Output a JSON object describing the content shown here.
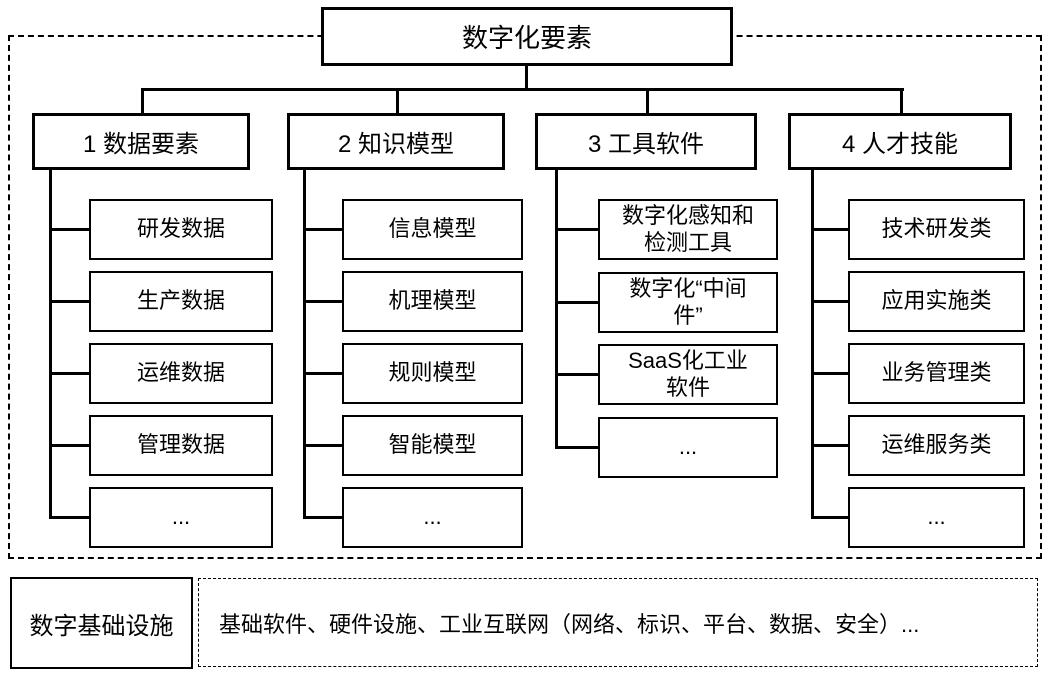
{
  "root": {
    "label": "数字化要素"
  },
  "tree": {
    "categories": [
      {
        "label": "1 数据要素",
        "children": [
          "研发数据",
          "生产数据",
          "运维数据",
          "管理数据",
          "..."
        ]
      },
      {
        "label": "2 知识模型",
        "children": [
          "信息模型",
          "机理模型",
          "规则模型",
          "智能模型",
          "..."
        ]
      },
      {
        "label": "3 工具软件",
        "children": [
          "数字化感知和\n检测工具",
          "数字化“中间\n件”",
          "SaaS化工业\n软件",
          "..."
        ]
      },
      {
        "label": "4 人才技能",
        "children": [
          "技术研发类",
          "应用实施类",
          "业务管理类",
          "运维服务类",
          "..."
        ]
      }
    ]
  },
  "infrastructure": {
    "label": "数字基础设施",
    "content": "基础软件、硬件设施、工业互联网（网络、标识、平台、数据、安全）..."
  },
  "colors": {
    "line": "#000000",
    "background": "#ffffff",
    "text": "#000000"
  }
}
